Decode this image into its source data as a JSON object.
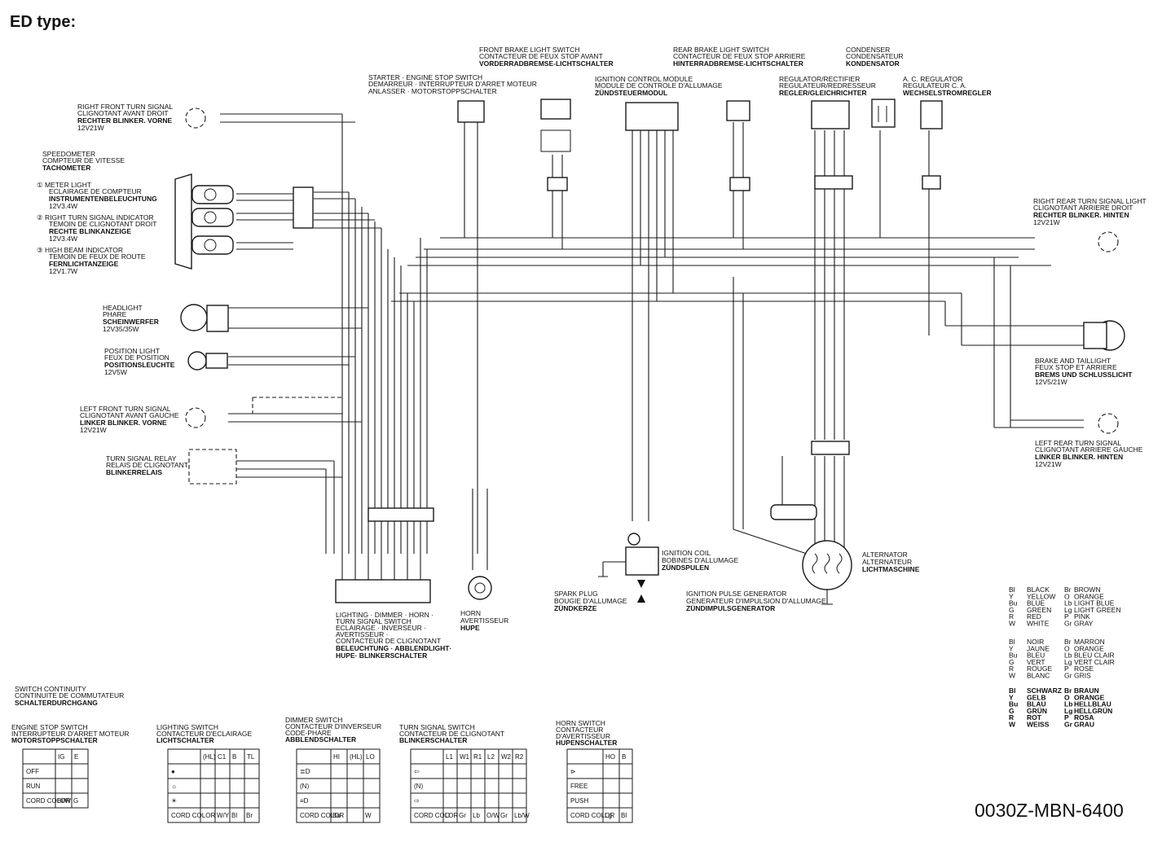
{
  "title": "ED type:",
  "drawing_number": "0030Z-MBN-6400",
  "components": {
    "rf_turn": [
      "RIGHT FRONT TURN SIGNAL",
      "CLIGNOTANT AVANT DROIT",
      "RECHTER BLINKER. VORNE",
      "12V21W"
    ],
    "speedometer": [
      "SPEEDOMETER",
      "COMPTEUR DE VITESSE",
      "TACHOMETER"
    ],
    "meter_light": [
      "① METER LIGHT",
      "ECLAIRAGE DE COMPTEUR",
      "INSTRUMENTENBELEUCHTUNG",
      "12V3.4W"
    ],
    "rt_indicator": [
      "② RIGHT TURN SIGNAL INDICATOR",
      "TEMOIN DE CLIGNOTANT DROIT",
      "RECHTE BLINKANZEIGE",
      "12V3.4W"
    ],
    "hb_indicator": [
      "③ HIGH BEAM INDICATOR",
      "TEMOIN DE FEUX DE ROUTE",
      "FERNLICHTANZEIGE",
      "12V1.7W"
    ],
    "headlight": [
      "HEADLIGHT",
      "PHARE",
      "SCHEINWERFER",
      "12V35/35W"
    ],
    "position": [
      "POSITION LIGHT",
      "FEUX DE POSITION",
      "POSITIONSLEUCHTE",
      "12V5W"
    ],
    "lf_turn": [
      "LEFT FRONT TURN SIGNAL",
      "CLIGNOTANT AVANT GAUCHE",
      "LINKER BLINKER. VORNE",
      "12V21W"
    ],
    "relay": [
      "TURN SIGNAL RELAY",
      "RELAIS DE CLIGNOTANT",
      "BLINKERRELAIS"
    ],
    "starter": [
      "STARTER · ENGINE STOP SWITCH",
      "DEMARREUR · INTERRUPTEUR D'ARRET MOTEUR",
      "ANLASSER · MOTORSTOPPSCHALTER"
    ],
    "front_brake": [
      "FRONT BRAKE LIGHT SWITCH",
      "CONTACTEUR DE FEUX STOP AVANT",
      "VORDERRADBREMSE-LICHTSCHALTER"
    ],
    "icm": [
      "IGNITION CONTROL MODULE",
      "MODULE DE CONTROLE D'ALLUMAGE",
      "ZÜNDSTEUERMODUL"
    ],
    "rear_brake": [
      "REAR BRAKE LIGHT SWITCH",
      "CONTACTEUR DE FEUX STOP ARRIERE",
      "HINTERRADBREMSE-LICHTSCHALTER"
    ],
    "regulator": [
      "REGULATOR/RECTIFIER",
      "REGULATEUR/REDRESSEUR",
      "REGLER/GLEICHRICHTER"
    ],
    "condenser": [
      "CONDENSER",
      "CONDENSATEUR",
      "KONDENSATOR"
    ],
    "ac_reg": [
      "A. C. REGULATOR",
      "REGULATEUR C. A.",
      "WECHSELSTROMREGLER"
    ],
    "rr_turn": [
      "RIGHT REAR TURN SIGNAL LIGHT",
      "CLIGNOTANT ARRIERE DROIT",
      "RECHTER BLINKER. HINTEN",
      "12V21W"
    ],
    "taillight": [
      "BRAKE AND TAILLIGHT",
      "FEUX STOP ET ARRIERE",
      "BREMS UND SCHLUSSLICHT",
      "12V5/21W"
    ],
    "lr_turn": [
      "LEFT REAR TURN SIGNAL",
      "CLIGNOTANT ARRIERE GAUCHE",
      "LINKER BLINKER. HINTEN",
      "12V21W"
    ],
    "lighting_sw": [
      "LIGHTING · DIMMER · HORN ·",
      "TURN SIGNAL SWITCH",
      "ECLAIRAGE · INVERSEUR ·",
      "AVERTISSEUR ·",
      "CONTACTEUR DE CLIGNOTANT",
      "BELEUCHTUNG · ABBLENDLIGHT·",
      "HUPE· BLINKERSCHALTER"
    ],
    "horn": [
      "HORN",
      "AVERTISSEUR",
      "HUPE"
    ],
    "coil": [
      "IGNITION COIL",
      "BOBINES D'ALLUMAGE",
      "ZÜNDSPULEN"
    ],
    "spark": [
      "SPARK PLUG",
      "BOUGIE D'ALLUMAGE",
      "ZÜNDKERZE"
    ],
    "pulse": [
      "IGNITION PULSE GENERATOR",
      "GENERATEUR D'IMPULSION D'ALLUMAGE",
      "ZÜNDIMPULSGENERATOR"
    ],
    "alternator": [
      "ALTERNATOR",
      "ALTERNATEUR",
      "LICHTMASCHINE"
    ]
  },
  "color_legend": {
    "english": [
      [
        "Bl",
        "BLACK",
        "Br",
        "BROWN"
      ],
      [
        "Y",
        "YELLOW",
        "O",
        "ORANGE"
      ],
      [
        "Bu",
        "BLUE",
        "Lb",
        "LIGHT BLUE"
      ],
      [
        "G",
        "GREEN",
        "Lg",
        "LIGHT GREEN"
      ],
      [
        "R",
        "RED",
        "P",
        "PINK"
      ],
      [
        "W",
        "WHITE",
        "Gr",
        "GRAY"
      ]
    ],
    "french": [
      [
        "Bl",
        "NOIR",
        "Br",
        "MARRON"
      ],
      [
        "Y",
        "JAUNE",
        "O",
        "ORANGE"
      ],
      [
        "Bu",
        "BLEU",
        "Lb",
        "BLEU CLAIR"
      ],
      [
        "G",
        "VERT",
        "Lg",
        "VERT CLAIR"
      ],
      [
        "R",
        "ROUGE",
        "P",
        "ROSE"
      ],
      [
        "W",
        "BLANC",
        "Gr",
        "GRIS"
      ]
    ],
    "german": [
      [
        "Bl",
        "SCHWARZ",
        "Br",
        "BRAUN"
      ],
      [
        "Y",
        "GELB",
        "O",
        "ORANGE"
      ],
      [
        "Bu",
        "BLAU",
        "Lb",
        "HELLBLAU"
      ],
      [
        "G",
        "GRÜN",
        "Lg",
        "HELLGRÜN"
      ],
      [
        "R",
        "ROT",
        "P",
        "ROSA"
      ],
      [
        "W",
        "WEISS",
        "Gr",
        "GRAU"
      ]
    ]
  },
  "switch_continuity": {
    "title": [
      "SWITCH CONTINUITY",
      "CONTINUITE DE COMMUTATEUR",
      "SCHALTERDURCHGANG"
    ],
    "engine_stop": {
      "title": [
        "ENGINE STOP SWITCH",
        "INTERRUPTEUR D'ARRET MOTEUR",
        "MOTORSTOPPSCHALTER"
      ],
      "headers": [
        "",
        "IG",
        "E"
      ],
      "rows": [
        "OFF",
        "RUN",
        "CORD COLOR"
      ],
      "colors": [
        "Bl/W",
        "G"
      ]
    },
    "lighting": {
      "title": [
        "LIGHTING SWITCH",
        "CONTACTEUR D'ECLAIRAGE",
        "LICHTSCHALTER"
      ],
      "headers": [
        "",
        "(HL)",
        "C1",
        "B",
        "TL"
      ],
      "rows": [
        "●",
        "☼",
        "☀",
        "CORD COLOR"
      ],
      "colors": [
        "",
        "W/Y",
        "Bl",
        "Br"
      ]
    },
    "dimmer": {
      "title": [
        "DIMMER SWITCH",
        "CONTACTEUR D'INVERSEUR",
        "CODE-PHARE",
        "ABBLENDSCHALTER"
      ],
      "headers": [
        "",
        "HI",
        "(HL)",
        "LO"
      ],
      "rows": [
        "≣D",
        "(N)",
        "≡D",
        "CORD COLOR"
      ],
      "colors": [
        "Bu",
        "",
        "W"
      ]
    },
    "turn": {
      "title": [
        "TURN SIGNAL SWITCH",
        "CONTACTEUR DE CLIGNOTANT",
        "BLINKERSCHALTER"
      ],
      "headers": [
        "",
        "L1",
        "W1",
        "R1",
        "L2",
        "W2",
        "R2"
      ],
      "rows": [
        "⇦",
        "(N)",
        "⇨",
        "CORD COLOR"
      ],
      "colors": [
        "O",
        "Gr",
        "Lb",
        "O/W",
        "Gr",
        "Lb/W"
      ]
    },
    "horn": {
      "title": [
        "HORN SWITCH",
        "CONTACTEUR",
        "D'AVERTISSEUR",
        "HUPENSCHALTER"
      ],
      "headers": [
        "",
        "HO",
        "B"
      ],
      "rows": [
        "⊳",
        "FREE",
        "PUSH",
        "CORD COLOR"
      ],
      "colors": [
        "Lg",
        "Bl"
      ]
    }
  }
}
